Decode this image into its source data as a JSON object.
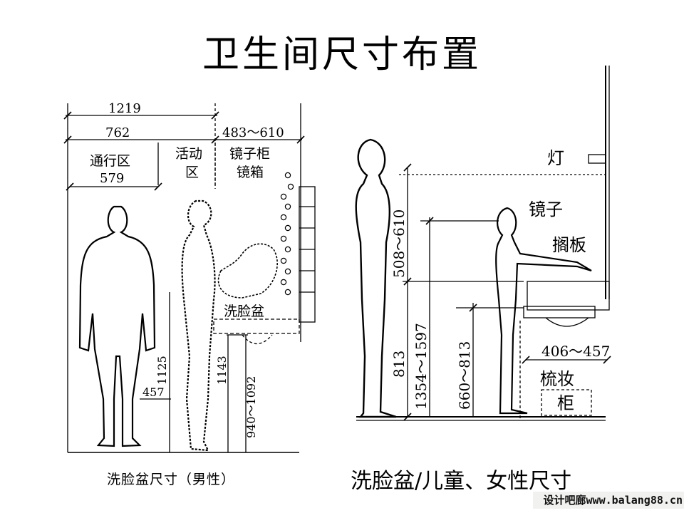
{
  "title": "卫生间尺寸布置",
  "left_diagram": {
    "dims": {
      "w1219": "1219",
      "w762": "762",
      "w483_610": "483～610",
      "w579": "579",
      "h1125": "1125",
      "h457": "457",
      "h1143": "1143",
      "h940_1092": "940～1092"
    },
    "labels": {
      "passage_line1": "通行区",
      "activity_line1": "活动",
      "activity_line2": "区",
      "mirror_line1": "镜子柜",
      "mirror_line2": "镜箱",
      "basin": "洗脸盆"
    },
    "caption": "洗脸盆尺寸（男性）"
  },
  "right_diagram": {
    "dims": {
      "h508_610": "508～610",
      "h813_adult": "813",
      "h1354_1597": "1354～1597",
      "h660_813": "660～813",
      "w406_457": "406～457"
    },
    "labels": {
      "lamp": "灯",
      "mirror": "镜子",
      "shelf": "搁板",
      "cabinet_line1": "梳妆",
      "cabinet_line2": "柜"
    },
    "caption": "洗脸盆/儿童、女性尺寸"
  },
  "watermark": "设计吧廊www.balang88.cn"
}
